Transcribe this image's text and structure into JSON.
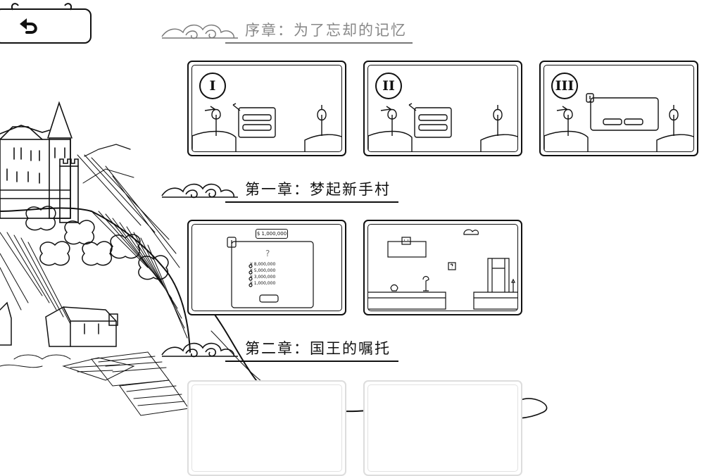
{
  "nav": {
    "back_icon": "undo-arrow-icon"
  },
  "chapters": [
    {
      "title": "序章：为了忘却的记忆"
    },
    {
      "title": "第一章：梦起新手村"
    },
    {
      "title": "第二章：国王的嘱托"
    }
  ],
  "prologue_levels": [
    {
      "numeral": "I"
    },
    {
      "numeral": "II"
    },
    {
      "numeral": "III"
    }
  ],
  "chapter1_levels": {
    "quiz": {
      "price": "$ 1,000,000",
      "question_mark": "?",
      "options": [
        "¥ 8,000,000",
        "¥ 5,000,000",
        "¥ 3,000,000",
        "¥ 1,000,000"
      ]
    }
  },
  "colors": {
    "ink": "#111111",
    "paper": "#ffffff",
    "dim": "#888888"
  }
}
